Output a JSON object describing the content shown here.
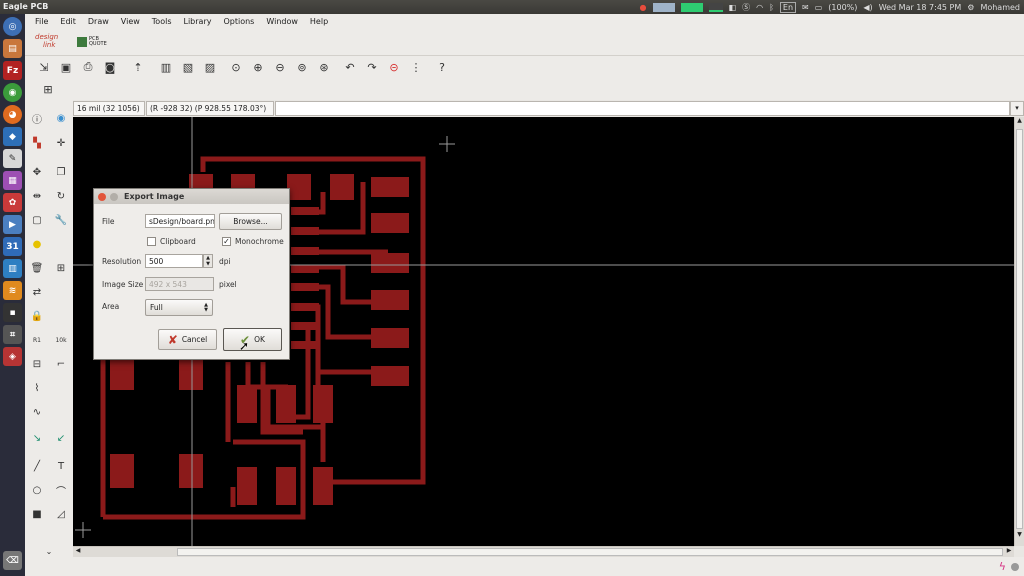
{
  "window": {
    "title": "Eagle PCB"
  },
  "system_tray": {
    "lang": "En",
    "battery": "(100%)",
    "datetime": "Wed Mar 18  7:45 PM",
    "user": "Mohamed"
  },
  "menubar": {
    "items": [
      "File",
      "Edit",
      "Draw",
      "View",
      "Tools",
      "Library",
      "Options",
      "Window",
      "Help"
    ]
  },
  "ribbon": {
    "logo_top": "design",
    "logo_bottom": "link",
    "pcb_quote_line1": "PCB",
    "pcb_quote_line2": "QUOTE"
  },
  "status": {
    "grid": "16 mil (32 1056)",
    "coords": "(R -928 32) (P 928.55 178.03°)",
    "command": ""
  },
  "launcher": {
    "calendar_day": "31"
  },
  "dialog": {
    "title": "Export Image",
    "file_label": "File",
    "file_value": "sDesign/board.png",
    "browse_label": "Browse...",
    "clipboard_label": "Clipboard",
    "clipboard_checked": false,
    "monochrome_label": "Monochrome",
    "monochrome_checked": true,
    "resolution_label": "Resolution",
    "resolution_value": "500",
    "resolution_unit": "dpi",
    "image_size_label": "Image Size",
    "image_size_value": "492 x 543",
    "image_size_unit": "pixel",
    "area_label": "Area",
    "area_value": "Full",
    "cancel_label": "Cancel",
    "ok_label": "OK"
  },
  "colors": {
    "trace": "#8b1a1a",
    "canvas_bg": "#000000",
    "cancel_x": "#c0392b",
    "ok_check": "#6c8f3a"
  }
}
